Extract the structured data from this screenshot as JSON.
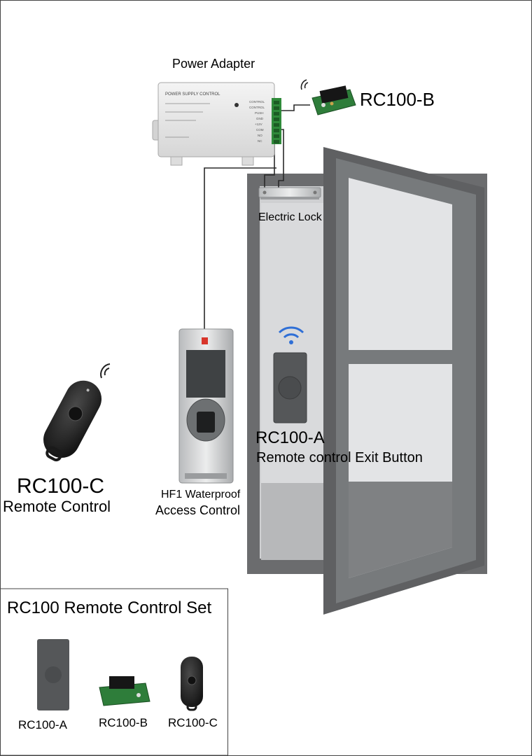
{
  "labels": {
    "power_adapter": "Power Adapter",
    "rc100b": "RC100-B",
    "electric_lock": "Electric Lock",
    "rc100a": "RC100-A",
    "rc100a_desc": "Remote control Exit Button",
    "rc100c": "RC100-C",
    "rc100c_desc": "Remote Control",
    "hf1_line1": "HF1 Waterproof",
    "hf1_line2": "Access Control"
  },
  "power_box": {
    "title": "POWER SUPPLY CONTROL",
    "terminals": [
      "CONTROL",
      "CONTROL",
      "PUSH",
      "GND",
      "+12V",
      "COM",
      "NO",
      "NC"
    ]
  },
  "set_panel": {
    "title": "RC100 Remote Control Set",
    "items": [
      "RC100-A",
      "RC100-B",
      "RC100-C"
    ]
  },
  "colors": {
    "door_frame": "#5f6062",
    "door_inner": "#838587",
    "glass": "#e3e4e6",
    "wire": "#2a2a2a",
    "pcb_green": "#2e7d3a",
    "remote_black": "#2a2a2a",
    "exit_button": "#555759",
    "wifi_blue": "#2f6fd6"
  }
}
